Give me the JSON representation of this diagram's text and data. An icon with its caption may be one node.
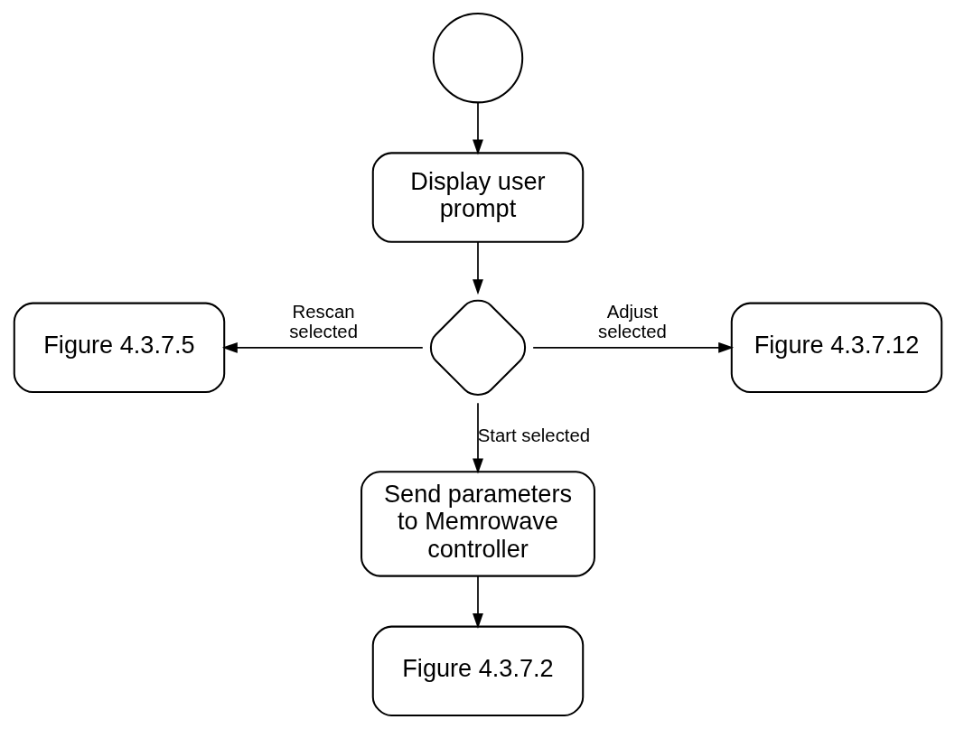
{
  "diagram": {
    "nodes": [
      {
        "text": [],
        "shape": "circle"
      },
      {
        "text": [
          "Display user prompt"
        ]
      },
      {
        "text": [],
        "shape": "diamond"
      },
      {
        "text": [
          "Figure 4.3.7.5"
        ]
      },
      {
        "text": [
          "Figure 4.3.7.12"
        ]
      },
      {
        "text": [
          "Send parameters to Memrowave controller"
        ]
      },
      {
        "text": [
          "Figure 4.3.7.2"
        ]
      }
    ],
    "edges": [
      {
        "from": 0,
        "to": 1,
        "arrow": "to"
      },
      {
        "from": 1,
        "to": 2,
        "arrow": "to"
      },
      {
        "from": 2,
        "to": 3,
        "arrow": "to",
        "label": "Rescan selected"
      },
      {
        "from": 2,
        "to": 4,
        "arrow": "to",
        "label": "Adjust selected"
      },
      {
        "from": 2,
        "to": 5,
        "arrow": "to",
        "label": "Start selected"
      },
      {
        "from": 5,
        "to": 6,
        "arrow": "to"
      }
    ]
  }
}
